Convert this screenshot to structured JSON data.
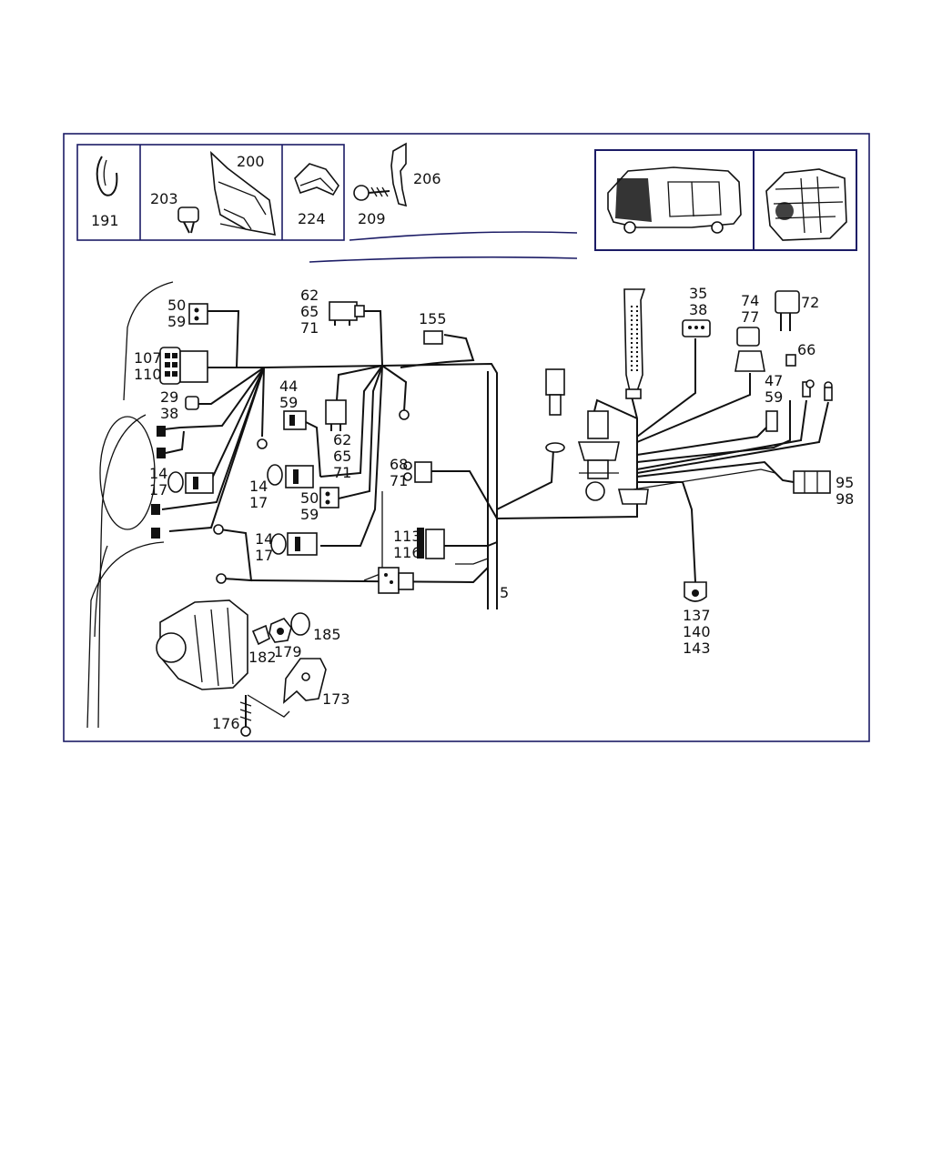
{
  "colors": {
    "frame": "#1c1c66",
    "ink": "#111111",
    "background": "#ffffff"
  },
  "callouts": {
    "c191": "191",
    "c200": "200",
    "c203": "203",
    "c224": "224",
    "c206": "206",
    "c209": "209",
    "c50a": "50",
    "c59a": "59",
    "c62a": "62",
    "c65a": "65",
    "c71a": "71",
    "c155": "155",
    "c35": "35",
    "c38a": "38",
    "c74": "74",
    "c77": "77",
    "c72": "72",
    "c107": "107",
    "c110": "110",
    "c29": "29",
    "c38b": "38",
    "c44": "44",
    "c59b": "59",
    "c62b": "62",
    "c65b": "65",
    "c71b": "71",
    "c66": "66",
    "c47": "47",
    "c59c": "59",
    "c14a": "14",
    "c17a": "17",
    "c14b": "14",
    "c17b": "17",
    "c68": "68",
    "c71c": "71",
    "c50b": "50",
    "c59d": "59",
    "c95": "95",
    "c98": "98",
    "c113": "113",
    "c116": "116",
    "c14c": "14",
    "c17c": "17",
    "c5": "5",
    "c137": "137",
    "c140": "140",
    "c143": "143",
    "c185": "185",
    "c182": "182",
    "c179": "179",
    "c173": "173",
    "c176": "176"
  }
}
